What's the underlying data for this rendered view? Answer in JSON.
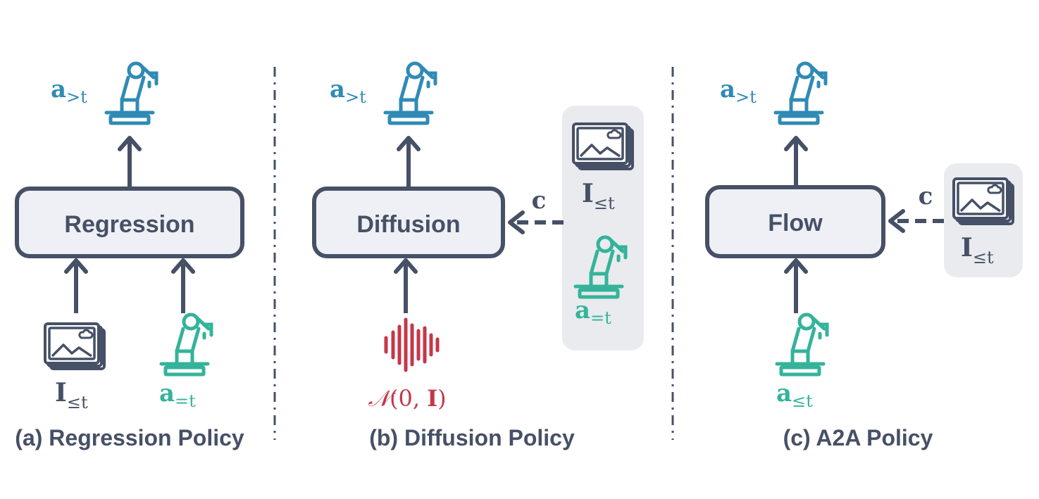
{
  "colors": {
    "dark": "#465066",
    "blue": "#2f8bb5",
    "teal": "#34b39a",
    "red": "#c3384a",
    "box_fill": "#eef0f5",
    "panel_fill": "#e9ebee",
    "background": "#ffffff"
  },
  "icons": {
    "robot": "robot-arm-icon",
    "image": "image-stack-icon",
    "noise": "waveform-icon"
  },
  "panels": [
    {
      "caption": "(a) Regression Policy",
      "box_label": "Regression",
      "output": {
        "base": "a",
        "sub": ">t"
      }
    },
    {
      "caption": "(b) Diffusion Policy",
      "box_label": "Diffusion",
      "output": {
        "base": "a",
        "sub": ">t"
      },
      "noise": {
        "n": "𝒩",
        "rest": "(0, ",
        "i": "I",
        "close": ")"
      },
      "condition": "c"
    },
    {
      "caption": "(c) A2A Policy",
      "box_label": "Flow",
      "output": {
        "base": "a",
        "sub": ">t"
      },
      "condition": "c"
    }
  ],
  "inputs": {
    "image": {
      "base": "I",
      "sub": "≤t"
    },
    "action_eq": {
      "base": "a",
      "sub": "=t"
    },
    "action_le": {
      "base": "a",
      "sub": "≤t"
    }
  }
}
